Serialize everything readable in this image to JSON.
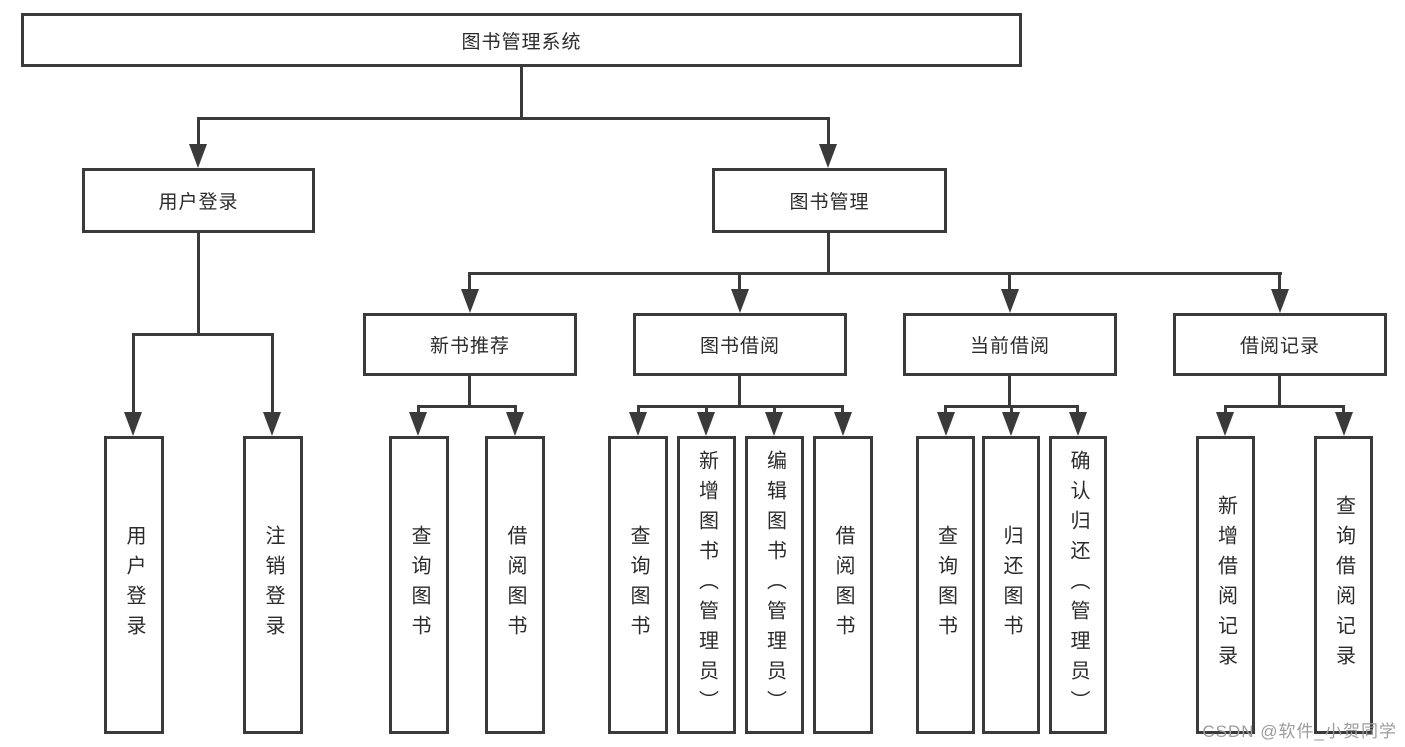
{
  "diagram": {
    "root": {
      "label": "图书管理系统"
    },
    "level2": {
      "user_login": {
        "label": "用户登录"
      },
      "book_mgmt": {
        "label": "图书管理"
      }
    },
    "level3": {
      "new_book_rec": {
        "label": "新书推荐"
      },
      "book_borrow": {
        "label": "图书借阅"
      },
      "current_borrow": {
        "label": "当前借阅"
      },
      "borrow_record": {
        "label": "借阅记录"
      }
    },
    "leaves": {
      "user_login_leaf": {
        "label": "用户登录"
      },
      "logout": {
        "label": "注销登录"
      },
      "rec_query_book": {
        "label": "查询图书"
      },
      "rec_borrow_book": {
        "label": "借阅图书"
      },
      "bb_query_book": {
        "label": "查询图书"
      },
      "bb_add_book": {
        "label": "新增图书（管理员）"
      },
      "bb_edit_book": {
        "label": "编辑图书（管理员）"
      },
      "bb_borrow_book": {
        "label": "借阅图书"
      },
      "cb_query_book": {
        "label": "查询图书"
      },
      "cb_return_book": {
        "label": "归还图书"
      },
      "cb_confirm_return": {
        "label": "确认归还（管理员）"
      },
      "br_add_record": {
        "label": "新增借阅记录"
      },
      "br_query_record": {
        "label": "查询借阅记录"
      }
    }
  },
  "watermark": {
    "text": "CSDN @软件_小贺同学"
  },
  "colors": {
    "line": "#3a3a3a",
    "text": "#2b2b2b",
    "watermark": "#9c9c9c",
    "background": "#ffffff"
  }
}
